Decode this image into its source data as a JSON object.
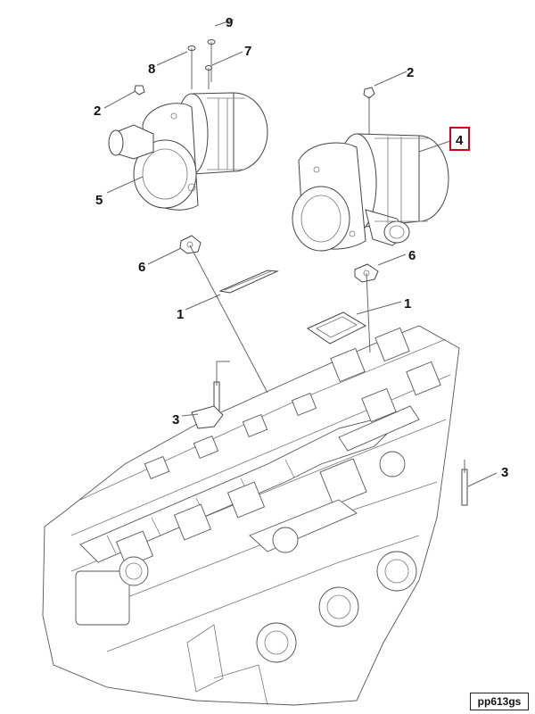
{
  "callouts": {
    "c1_left": "1",
    "c1_right": "1",
    "c2_left": "2",
    "c2_right": "2",
    "c3_left": "3",
    "c3_right": "3",
    "c4": "4",
    "c5": "5",
    "c6_left": "6",
    "c6_right": "6",
    "c7": "7",
    "c8": "8",
    "c9": "9"
  },
  "figure_id": "pp613gs",
  "colors": {
    "highlight": "#d0021b",
    "ink": "#444444"
  }
}
